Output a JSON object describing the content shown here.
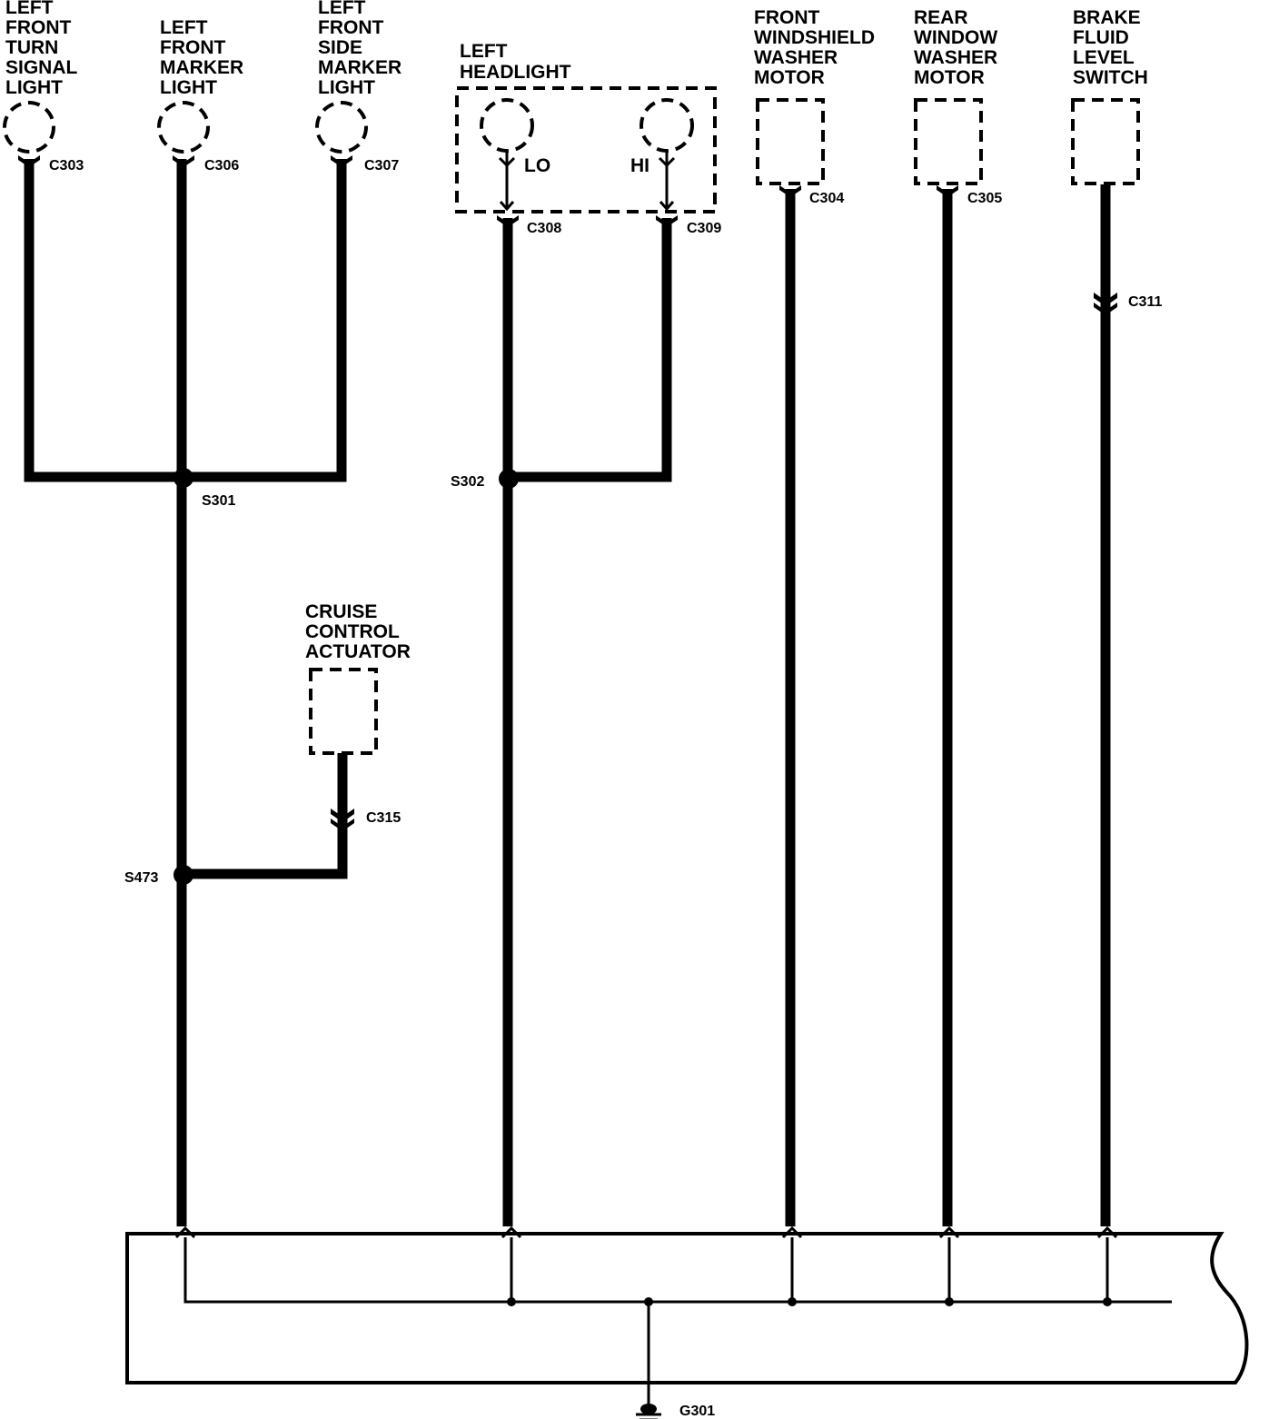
{
  "components": {
    "lf_turn": [
      "LEFT",
      "FRONT",
      "TURN",
      "SIGNAL",
      "LIGHT"
    ],
    "lf_marker": [
      "LEFT",
      "FRONT",
      "MARKER",
      "LIGHT"
    ],
    "lf_side_marker": [
      "LEFT",
      "FRONT",
      "SIDE",
      "MARKER",
      "LIGHT"
    ],
    "left_headlight": [
      "LEFT",
      "HEADLIGHT"
    ],
    "front_washer": [
      "FRONT",
      "WINDSHIELD",
      "WASHER",
      "MOTOR"
    ],
    "rear_washer": [
      "REAR",
      "WINDOW",
      "WASHER",
      "MOTOR"
    ],
    "brake_fluid": [
      "BRAKE",
      "FLUID",
      "LEVEL",
      "SWITCH"
    ],
    "cruise": [
      "CRUISE",
      "CONTROL",
      "ACTUATOR"
    ]
  },
  "headlight_filaments": {
    "lo": "LO",
    "hi": "HI"
  },
  "connectors": {
    "c303": "C303",
    "c306": "C306",
    "c307": "C307",
    "c308": "C308",
    "c309": "C309",
    "c304": "C304",
    "c305": "C305",
    "c311": "C311",
    "c315": "C315"
  },
  "splices": {
    "s301": "S301",
    "s302": "S302",
    "s473": "S473"
  },
  "ground": {
    "g301": "G301"
  }
}
